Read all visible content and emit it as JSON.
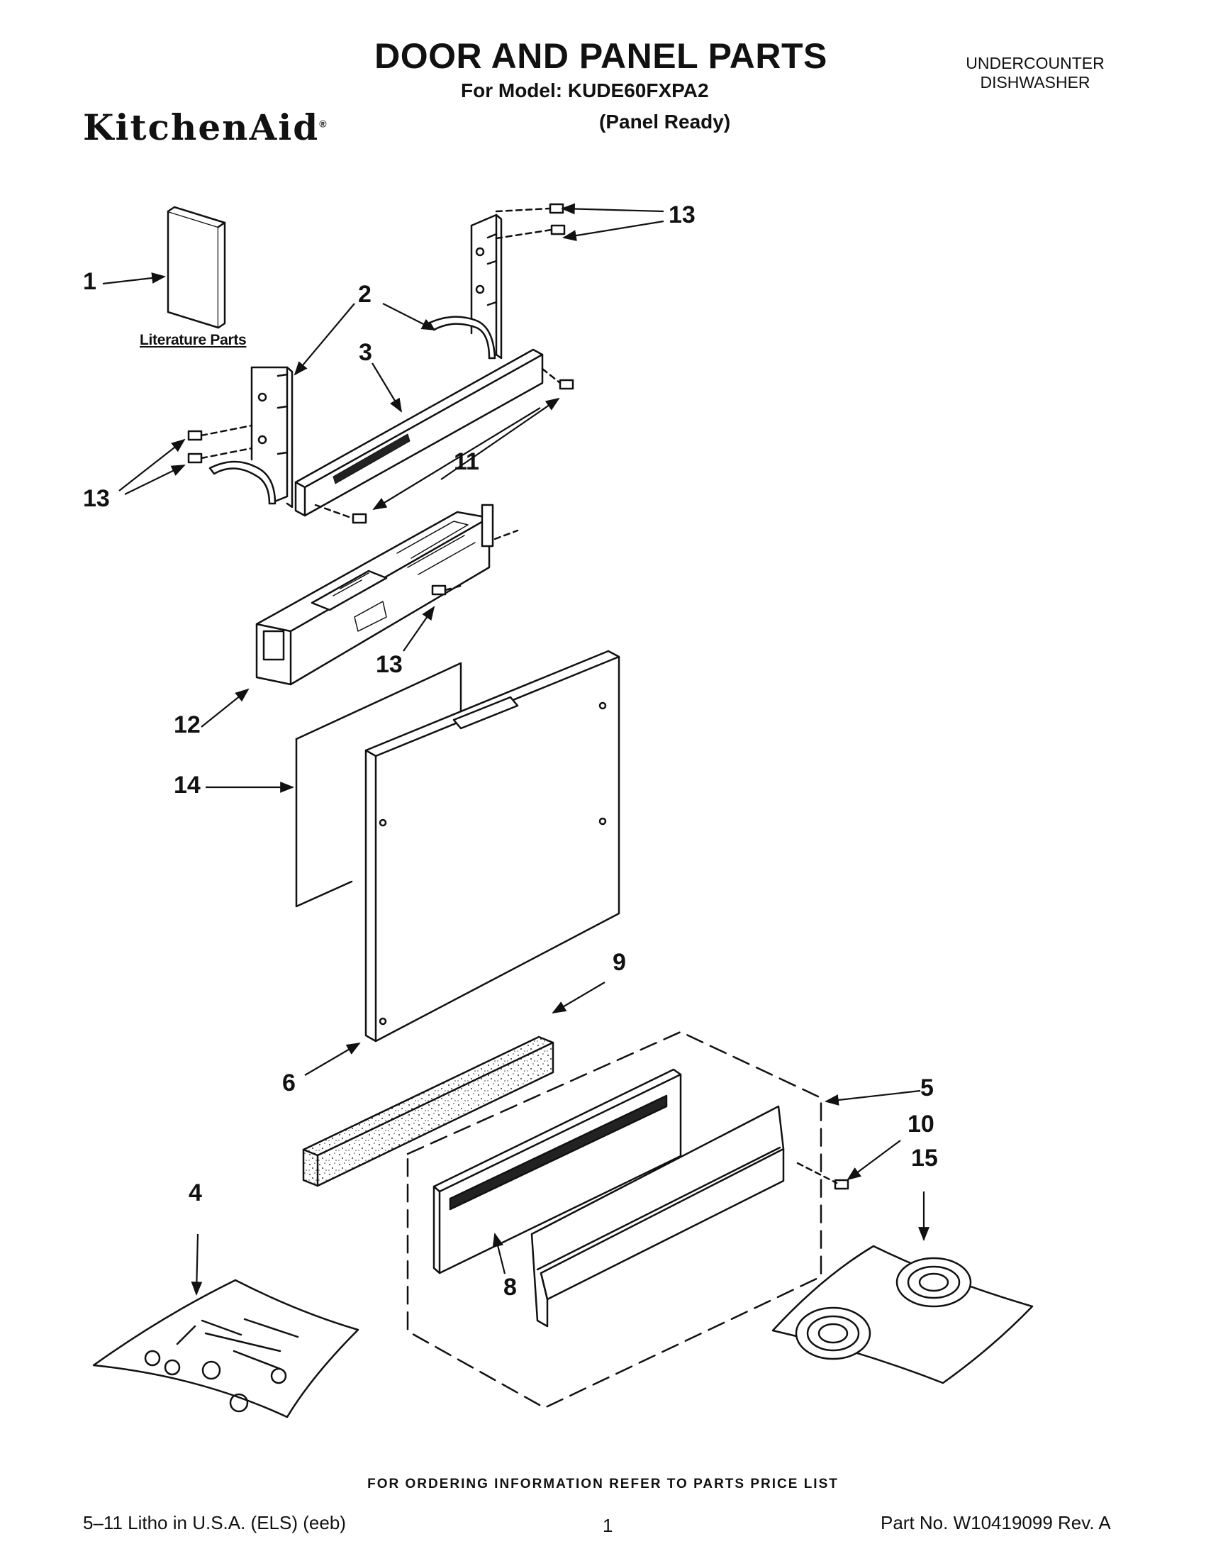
{
  "header": {
    "title": "DOOR AND PANEL PARTS",
    "model": "For Model: KUDE60FXPA2",
    "variant": "(Panel Ready)",
    "category_line1": "UNDERCOUNTER",
    "category_line2": "DISHWASHER",
    "brand": "KitchenAid",
    "brand_mark": "®"
  },
  "diagram": {
    "literature_label": "Literature Parts",
    "callouts": {
      "c1": "1",
      "c2": "2",
      "c3": "3",
      "c4": "4",
      "c5": "5",
      "c6": "6",
      "c8": "8",
      "c9": "9",
      "c10": "10",
      "c11": "11",
      "c12": "12",
      "c13a": "13",
      "c13b": "13",
      "c13c": "13",
      "c14": "14",
      "c15": "15"
    }
  },
  "footer": {
    "ordering_note": "FOR ORDERING INFORMATION REFER TO PARTS PRICE LIST",
    "litho": "5–11 Litho in U.S.A. (ELS) (eeb)",
    "page_number": "1",
    "part_number": "Part No. W10419099 Rev. A"
  }
}
